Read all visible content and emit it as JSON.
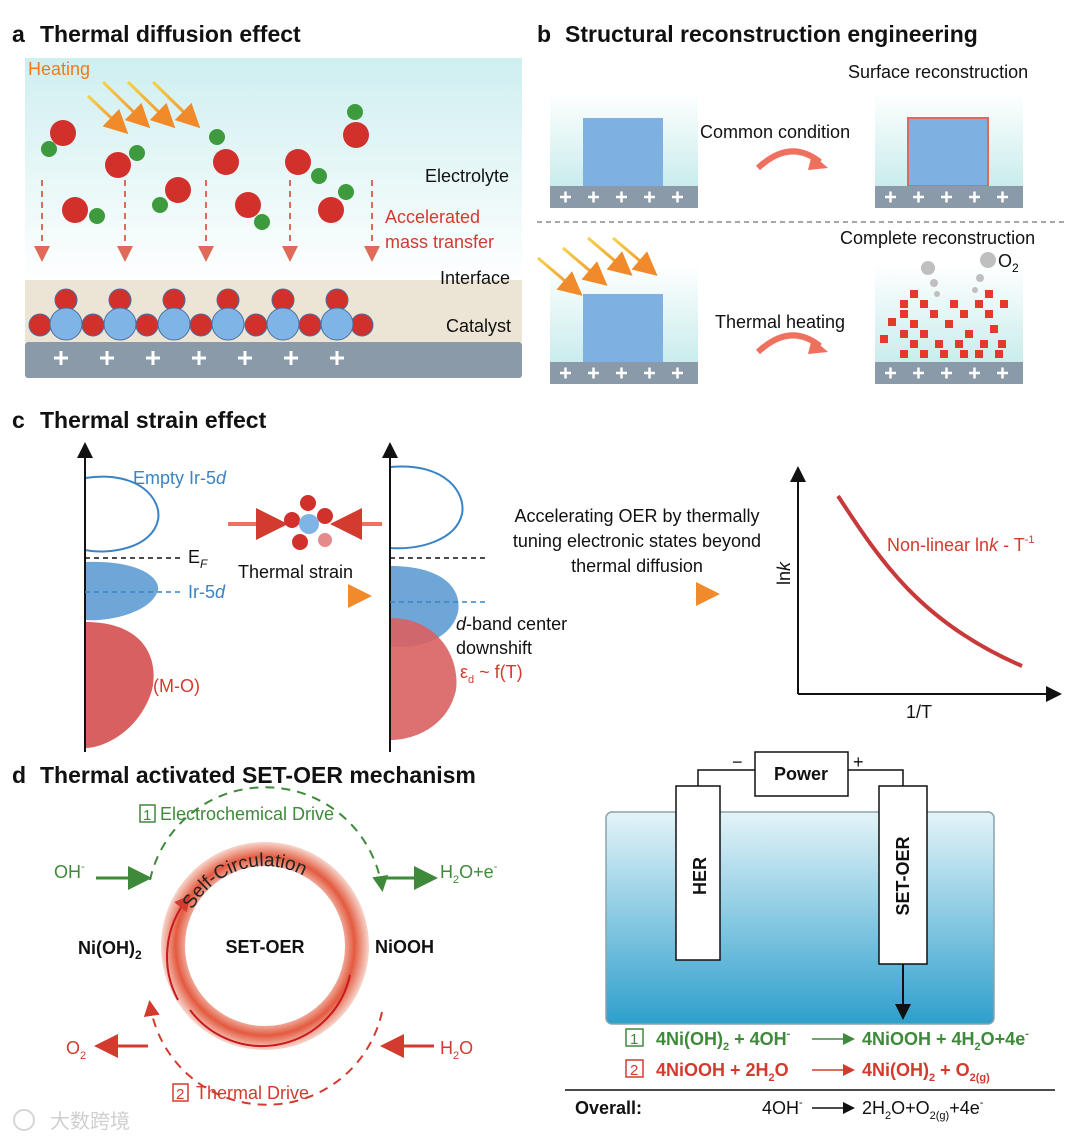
{
  "panel_a": {
    "letter": "a",
    "title": "Thermal diffusion effect",
    "heating": "Heating",
    "electrolyte": "Electrolyte",
    "accelerated_1": "Accelerated",
    "accelerated_2": "mass transfer",
    "interface": "Interface",
    "catalyst": "Catalyst"
  },
  "panel_b": {
    "letter": "b",
    "title": "Structural reconstruction engineering",
    "surface": "Surface reconstruction",
    "common": "Common condition",
    "complete": "Complete reconstruction",
    "o2": "O",
    "o2_sub": "2",
    "thermal_heating": "Thermal heating"
  },
  "panel_c": {
    "letter": "c",
    "title": "Thermal strain effect",
    "empty": "Empty Ir-5",
    "d": "d",
    "ef": "E",
    "ef_sub": "F",
    "ir5d": "Ir-5",
    "mo": "(M-O)",
    "thermal_strain": "Thermal strain",
    "dband_1": "-band center",
    "dband_2": "downshift",
    "eps": "ε",
    "eps_sub": "d",
    "eps_rest": " ~ f(T)",
    "accel_1": "Accelerating OER by thermally",
    "accel_2": "tuning electronic states beyond",
    "accel_3": "thermal diffusion",
    "nonlinear": "Non-linear ln",
    "k": "k",
    "nonlinear_rest": " - T",
    "sup": "-1",
    "ylabel": "ln",
    "xlabel": "1/T"
  },
  "panel_d": {
    "letter": "d",
    "title": "Thermal activated SET-OER mechanism",
    "box1": "1",
    "box2": "2",
    "electro_drive": "Electrochemical Drive",
    "thermal_drive": "Thermal Drive",
    "oh": "OH",
    "h2o_e": "H",
    "self_circ": "Self-Circulation",
    "set_oer": "SET-OER",
    "nioh2": "Ni(OH)",
    "niooh": "NiOOH",
    "o2": "O",
    "h2o": "H",
    "power": "Power",
    "minus": "−",
    "plus": "+",
    "her": "HER",
    "electrode": "SET-OER",
    "eq1_left": "4Ni(OH)",
    "eq1_mid": " + 4OH",
    "eq1_right": "4NiOOH + 4H",
    "eq1_tail": "O+4e",
    "eq2_left": "4NiOOH + 2H",
    "eq2_tail_l": "O",
    "eq2_right": "4Ni(OH)",
    "eq2_tail": " + O",
    "eq2_sub": "2(g)",
    "overall": "Overall:",
    "ov_left": "4OH",
    "ov_right": "2H",
    "ov_mid": "O+O",
    "ov_sub": "2(g)",
    "ov_tail": "+4e"
  },
  "watermark": "大数跨境"
}
